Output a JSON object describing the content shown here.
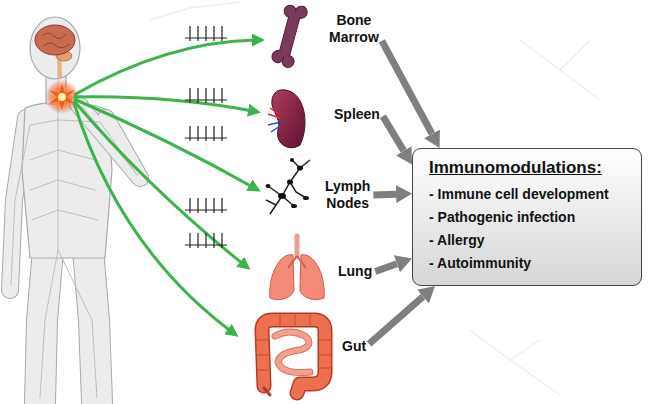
{
  "diagram": {
    "nodes": [
      {
        "text": [
          "Bone Marrow"
        ]
      },
      {
        "text": [
          "Spleen"
        ]
      },
      {
        "text": [
          "Lymph Nodes"
        ]
      },
      {
        "text": [
          "Lung"
        ]
      },
      {
        "text": [
          "Gut"
        ]
      },
      {
        "text": [
          "Immunomodulations:",
          "- Immune cell development",
          "- Pathogenic infection",
          "- Allergy",
          "- Autoimmunity"
        ]
      }
    ],
    "edges": [
      {
        "from": 0,
        "to": 5,
        "arrow": "to"
      },
      {
        "from": 1,
        "to": 5,
        "arrow": "to"
      },
      {
        "from": 2,
        "to": 5,
        "arrow": "to"
      },
      {
        "from": 3,
        "to": 5,
        "arrow": "to"
      },
      {
        "from": 4,
        "to": 5,
        "arrow": "to"
      }
    ]
  }
}
